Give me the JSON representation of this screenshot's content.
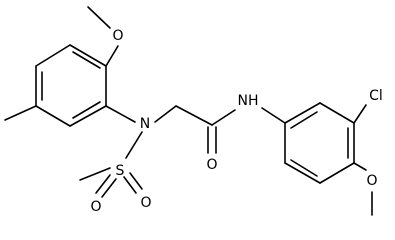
{
  "molecule": {
    "atoms": {
      "o_methoxy_top": "O",
      "n_sulfonamide": "N",
      "s_sulfonyl": "S",
      "o_sulfonyl_left": "O",
      "o_sulfonyl_right": "O",
      "o_carbonyl": "O",
      "nh_amide": "NH",
      "cl": "Cl",
      "o_methoxy_right": "O"
    }
  }
}
